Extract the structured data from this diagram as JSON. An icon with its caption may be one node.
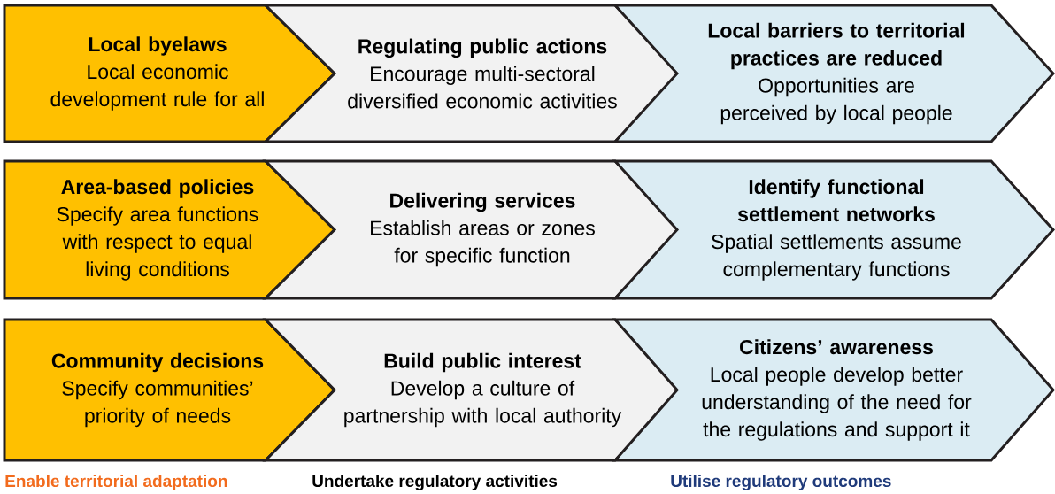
{
  "diagram": {
    "nodes": [
      {
        "text": [
          "Local byelaws",
          "Local economic development rule for all"
        ]
      },
      {
        "text": [
          "Regulating public actions",
          "Encourage multi-sectoral diversified economic activities"
        ]
      },
      {
        "text": [
          "Local barriers to territorial practices are reduced",
          "Opportunities are perceived by local people"
        ]
      },
      {
        "text": [
          "Area-based policies",
          "Specify area functions with respect to equal living conditions"
        ]
      },
      {
        "text": [
          "Delivering services",
          "Establish areas or zones for specific function"
        ]
      },
      {
        "text": [
          "Identify functional settlement networks",
          "Spatial settlements assume complementary functions"
        ]
      },
      {
        "text": [
          "Community decisions",
          "Specify communities’ priority of needs"
        ]
      },
      {
        "text": [
          "Build public interest",
          "Develop a culture of partnership with local authority"
        ]
      },
      {
        "text": [
          "Citizens’ awareness",
          "Local people develop better understanding of the need for the regulations and support it"
        ]
      }
    ],
    "labels": [
      "Enable territorial adaptation",
      "Undertake regulatory activities",
      "Utilise regulatory outcomes"
    ]
  }
}
